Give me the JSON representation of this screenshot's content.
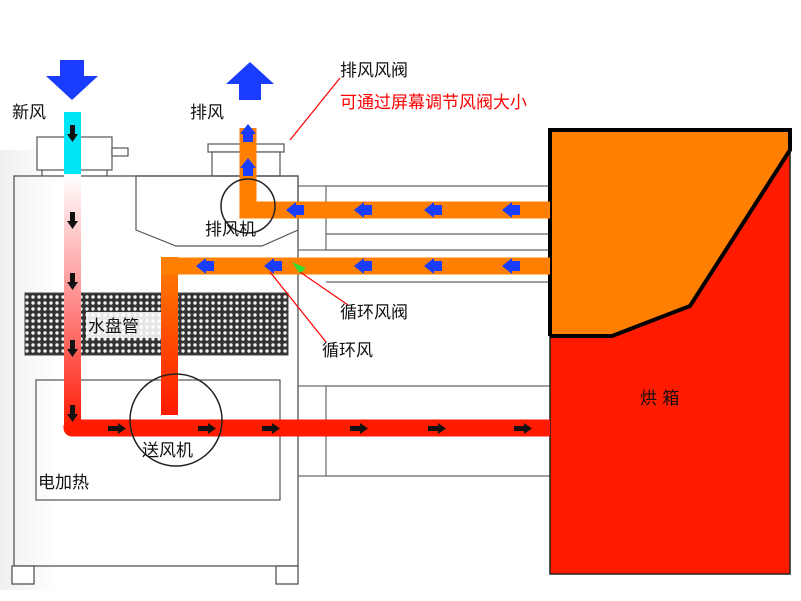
{
  "labels": {
    "fresh_air": "新风",
    "exhaust": "排风",
    "exhaust_damper": "排风风阀",
    "damper_note": "可通过屏幕调节风阀大小",
    "exhaust_fan": "排风机",
    "recirc_damper": "循环风阀",
    "recirc_air": "循环风",
    "water_coil": "水盘管",
    "supply_fan": "送风机",
    "electric_heater": "电加热",
    "oven": "烘 箱"
  },
  "colors": {
    "orange_duct": "#ff8000",
    "red_duct": "#ff1a00",
    "cyan_duct": "#00e5f5",
    "blue_arrow": "#1a3cff",
    "oven_red": "#ff1a00",
    "oven_orange": "#ff8000",
    "note_red": "#ff0000",
    "damper_green": "#33dd33"
  }
}
